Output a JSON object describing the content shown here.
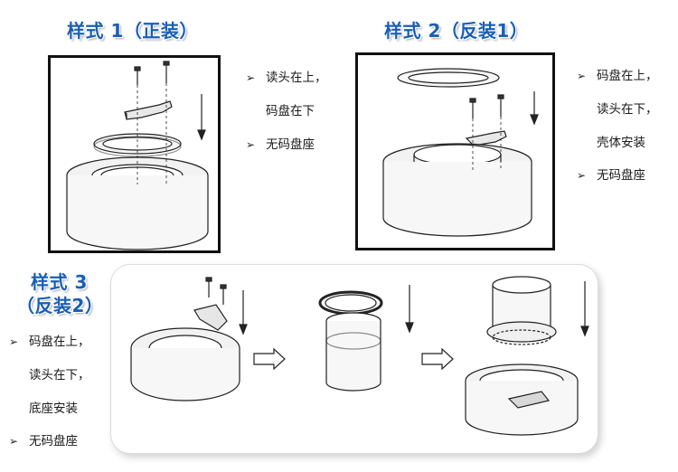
{
  "style1": {
    "title": "样式 1（正装）",
    "notes": [
      "读头在上，",
      "码盘在下",
      "无码盘座"
    ],
    "bullet_rows": [
      0,
      2
    ]
  },
  "style2": {
    "title": "样式 2（反装1）",
    "notes": [
      "码盘在上，",
      "读头在下，",
      "壳体安装",
      "无码盘座"
    ],
    "bullet_rows": [
      0,
      3
    ]
  },
  "style3": {
    "title_line1": "样式 3",
    "title_line2": "（反装2）",
    "notes": [
      "码盘在上，",
      "读头在下，",
      "底座安装",
      "无码盘座"
    ],
    "bullet_rows": [
      0,
      3
    ]
  },
  "bullet_glyph": "➢",
  "colors": {
    "title": "#1a5fb4",
    "frame": "#111111",
    "line": "#222222"
  }
}
